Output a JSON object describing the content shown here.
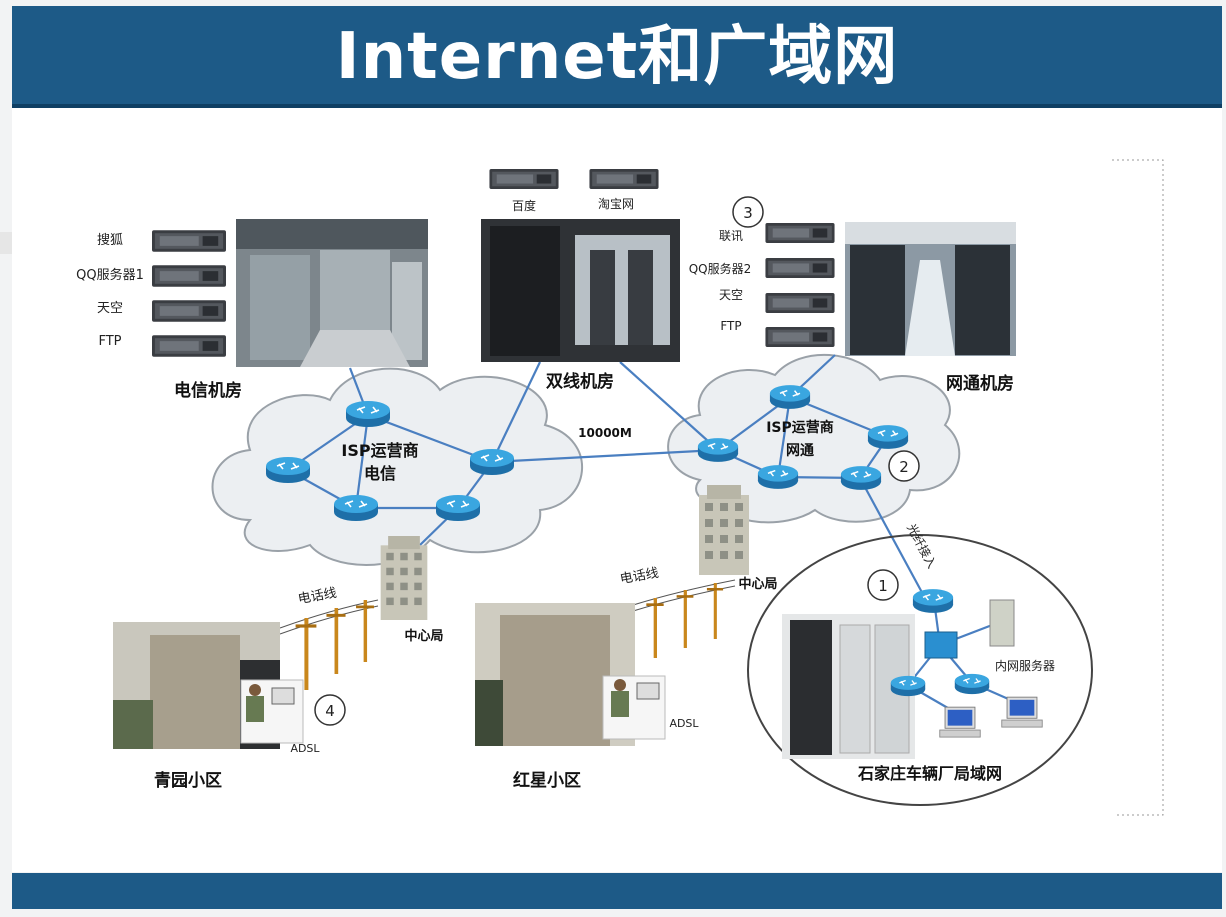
{
  "title": "Internet和广域网",
  "datacenters": {
    "telecom": {
      "label": "电信机房",
      "servers": [
        "搜狐",
        "QQ服务器1",
        "天空",
        "FTP"
      ]
    },
    "dual": {
      "label": "双线机房",
      "servers": [
        "百度",
        "淘宝网"
      ]
    },
    "netcom": {
      "label": "网通机房",
      "servers": [
        "联讯",
        "QQ服务器2",
        "天空",
        "FTP"
      ]
    }
  },
  "clouds": {
    "telecom": {
      "line1": "ISP运营商",
      "line2": "电信"
    },
    "netcom": {
      "line1": "ISP运营商",
      "line2": "网通"
    }
  },
  "link_speed": "10000M",
  "central_office_label": "中心局",
  "phone_line_label": "电话线",
  "adsl_label": "ADSL",
  "fiber_label": "光纤接入",
  "residential": [
    "青园小区",
    "红星小区"
  ],
  "lan": {
    "label": "石家庄车辆厂局域网",
    "intranet_server": "内网服务器"
  },
  "markers": [
    "1",
    "2",
    "3",
    "4"
  ],
  "colors": {
    "header": "#1d5a87",
    "footer": "#1d5a87",
    "link": "#4a7fc1",
    "router": "#2a8fd0"
  }
}
